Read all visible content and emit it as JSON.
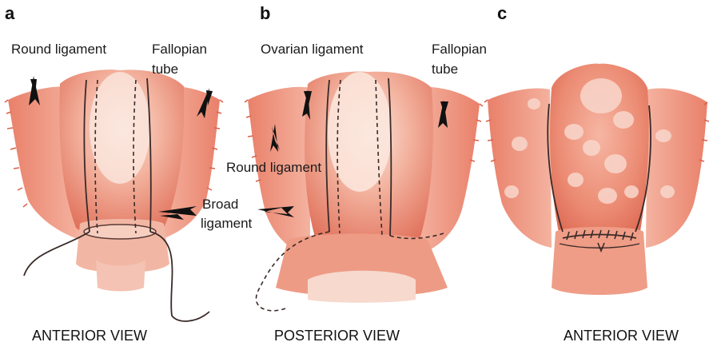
{
  "panels": [
    {
      "letter": "a",
      "view": "ANTERIOR VIEW"
    },
    {
      "letter": "b",
      "view": "POSTERIOR VIEW"
    },
    {
      "letter": "c",
      "view": "ANTERIOR VIEW"
    }
  ],
  "labels": {
    "a_round_ligament": "Round ligament",
    "a_fallopian_1": "Fallopian",
    "a_fallopian_2": "tube",
    "b_ovarian_ligament": "Ovarian ligament",
    "b_fallopian_1": "Fallopian",
    "b_fallopian_2": "tube",
    "b_round_ligament": "Round ligament",
    "broad_1": "Broad",
    "broad_2": "ligament"
  },
  "colors": {
    "tissue_light": "#f7c9b8",
    "tissue_mid": "#ee8f78",
    "tissue_dark": "#d9604a",
    "highlight": "#fbe3d8",
    "suture": "#3a2a28"
  }
}
